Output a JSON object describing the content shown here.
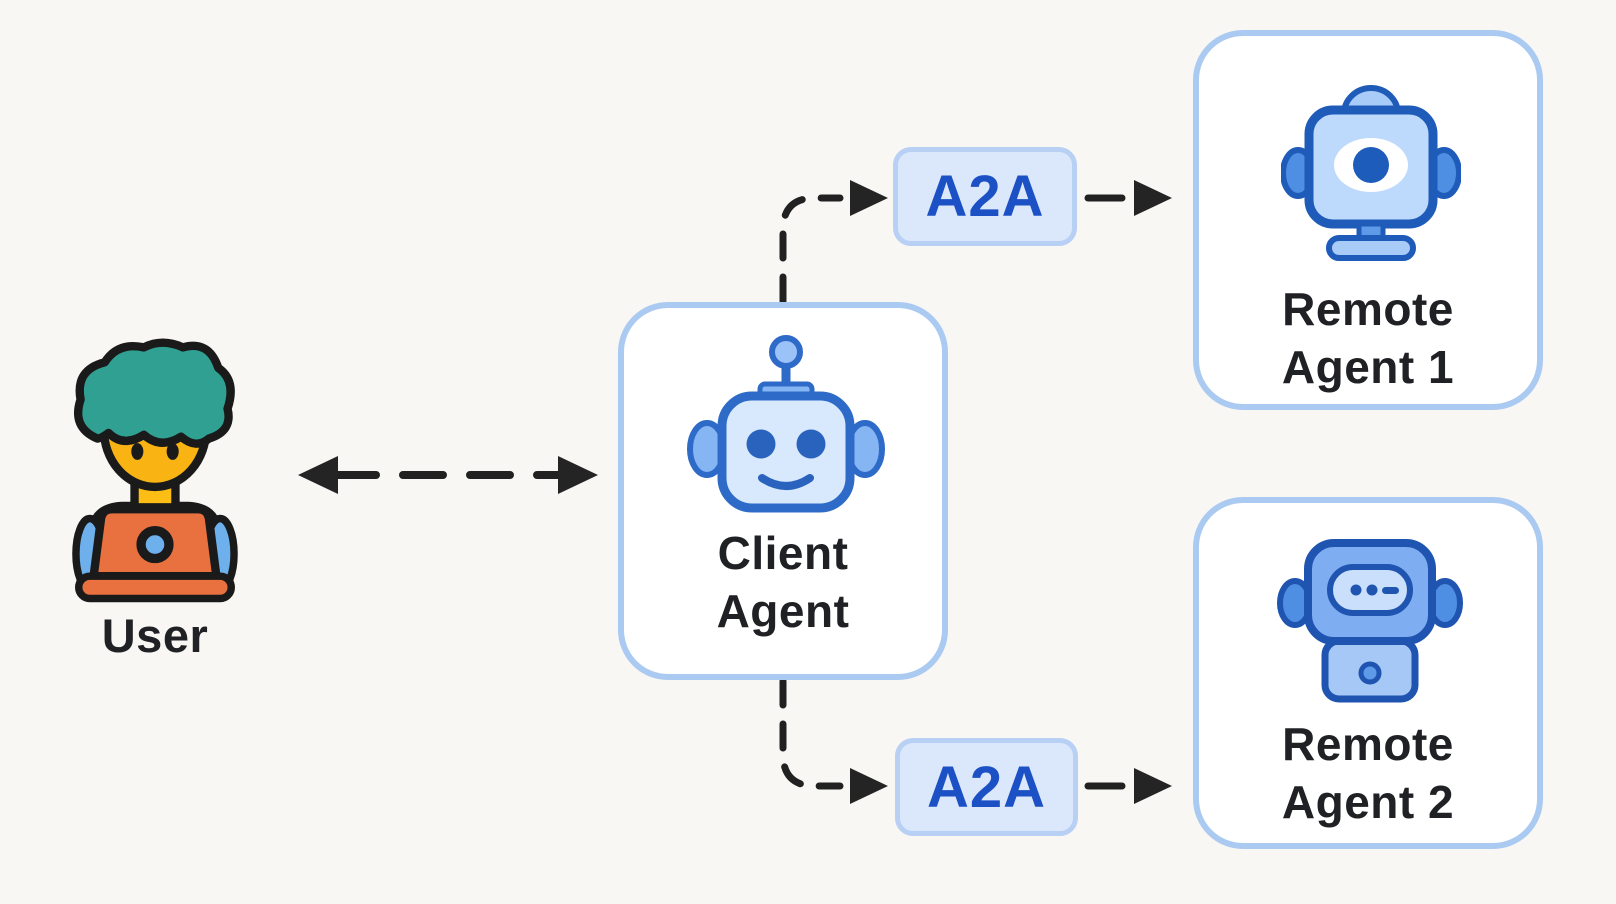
{
  "diagram": {
    "background_color": "#f8f7f4",
    "user": {
      "label": "User",
      "icon": "user-at-laptop-icon"
    },
    "client_agent": {
      "lines": [
        "Client",
        "Agent"
      ],
      "icon": "smiling-robot-face-icon"
    },
    "remote_agent_1": {
      "lines": [
        "Remote",
        "Agent 1"
      ],
      "icon": "camera-eye-robot-icon"
    },
    "remote_agent_2": {
      "lines": [
        "Remote",
        "Agent 2"
      ],
      "icon": "screen-face-robot-icon"
    },
    "protocol_badges": {
      "top": "A2A",
      "bottom": "A2A"
    },
    "connections": [
      {
        "from": "User",
        "to": "Client Agent",
        "style": "dashed",
        "bidirectional": true
      },
      {
        "from": "Client Agent",
        "to": "Remote Agent 1",
        "via": "A2A",
        "style": "dashed"
      },
      {
        "from": "Client Agent",
        "to": "Remote Agent 2",
        "via": "A2A",
        "style": "dashed"
      }
    ],
    "colors": {
      "node_border": "#abcaf2",
      "node_fill": "#ffffff",
      "badge_fill": "#dbe7fb",
      "badge_border": "#b7d0f4",
      "badge_text": "#1c51c5",
      "connector": "#212121",
      "label_text": "#202124",
      "robot_stroke": "#2e6bc8",
      "robot_light_fill": "#d8e8fd",
      "user_hair": "#2fa092",
      "user_skin": "#f9b414",
      "user_laptop": "#e8713f"
    }
  }
}
